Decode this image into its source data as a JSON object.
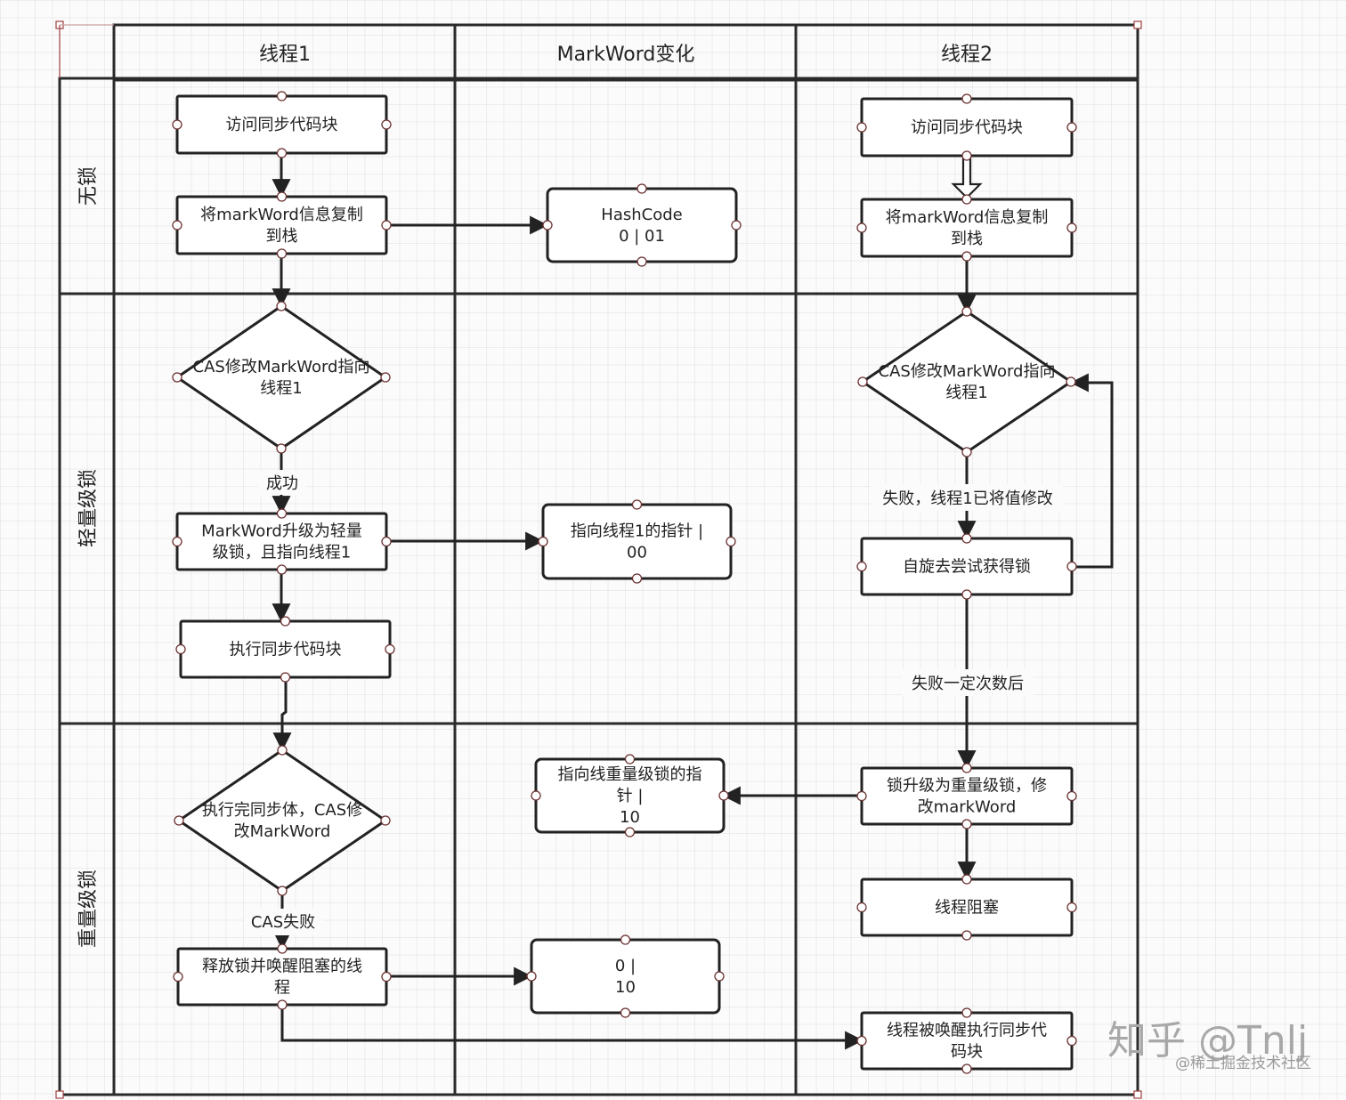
{
  "columns": [
    "线程1",
    "MarkWord变化",
    "线程2"
  ],
  "lanes": [
    "无锁",
    "轻量级锁",
    "重量级锁"
  ],
  "nodes": {
    "t1_access": [
      "访问同步代码块"
    ],
    "t1_copy": [
      "将markWord信息复制",
      "到栈"
    ],
    "mw_hash": [
      "HashCode",
      "0 | 01"
    ],
    "t2_access": [
      "访问同步代码块"
    ],
    "t2_copy": [
      "将markWord信息复制",
      "到栈"
    ],
    "t1_cas": [
      "CAS修改MarkWord指向",
      "线程1"
    ],
    "t2_cas": [
      "CAS修改MarkWord指向",
      "线程1"
    ],
    "t1_upgrade": [
      "MarkWord升级为轻量",
      "级锁，且指向线程1"
    ],
    "mw_ptr1": [
      "指向线程1的指针 |",
      "00"
    ],
    "t2_spin": [
      "自旋去尝试获得锁"
    ],
    "t1_exec": [
      "执行同步代码块"
    ],
    "t1_cas2": [
      "执行完同步体，CAS修",
      "改MarkWord"
    ],
    "mw_heavy": [
      "指向线重量级锁的指",
      "针 |",
      "10"
    ],
    "t2_heavy": [
      "锁升级为重量级锁，修",
      "改markWord"
    ],
    "t2_block": [
      "线程阻塞"
    ],
    "t1_release": [
      "释放锁并唤醒阻塞的线",
      "程"
    ],
    "mw_010": [
      "0 |",
      "10"
    ],
    "t2_wake": [
      "线程被唤醒执行同步代",
      "码块"
    ]
  },
  "edge_labels": {
    "success": "成功",
    "fail_modified": "失败，线程1已将值修改",
    "fail_n_times": "失败一定次数后",
    "cas_fail": "CAS失败"
  },
  "watermark": {
    "main": "知乎 @Tnlj",
    "sub": "@稀土掘金技术社区"
  }
}
